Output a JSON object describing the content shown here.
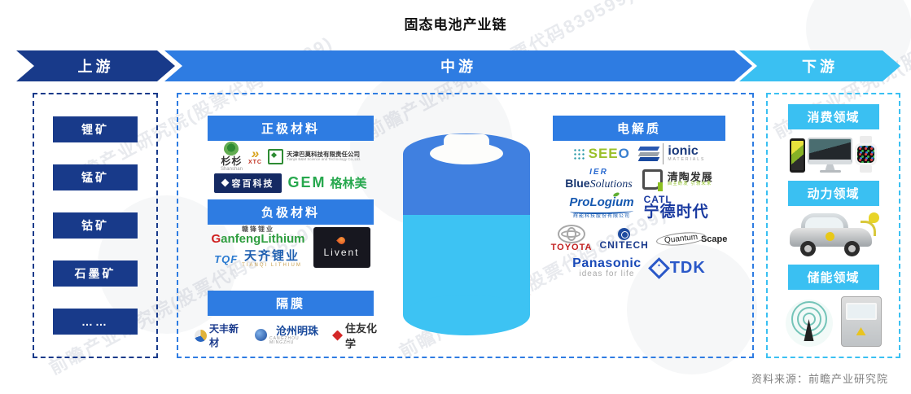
{
  "title": "固态电池产业链",
  "source": "资料来源：前瞻产业研究院",
  "watermark": "前瞻产业研究院(股票代码839599)",
  "stages": {
    "up": "上游",
    "mid": "中游",
    "down": "下游"
  },
  "upstream": {
    "items": [
      "锂矿",
      "锰矿",
      "钴矿",
      "石墨矿",
      "……"
    ]
  },
  "cathode": {
    "header": "正极材料",
    "shanshan_cn": "杉杉",
    "shanshan_en": "Shanshan",
    "xtc_bird": "»",
    "xtc": "XTC",
    "bamo_cn": "天津巴莫科技有限责任公司",
    "bamo_en": "Tianjin B&M Science and Technology Co.,Ltd.",
    "ronbay": "容百科技",
    "gem_en": "GEM",
    "gem_cn": "格林美"
  },
  "anode": {
    "header": "负极材料",
    "ganfeng_cn": "赣锋锂业",
    "ganfeng_g": "G",
    "ganfeng_rest": "anfengLithium",
    "tianqi_logo": "TQF",
    "tianqi_cn": "天齐锂业",
    "tianqi_en": "TIANQI LITHIUM",
    "livent": "Livent"
  },
  "separator": {
    "header": "隔膜",
    "tianfeng": "天丰新材",
    "cangzhou_cn": "沧州明珠",
    "cangzhou_en": "CANGZHOU MINGZHU",
    "sumitomo": "住友化学"
  },
  "electrolyte": {
    "header": "电解质",
    "seeo_see": "SEE",
    "seeo_o": "O",
    "ionic": "ionic",
    "ionic_sub": "MATERIALS",
    "bs_top": "IER",
    "bs_blue": "Blue",
    "bs_sol": "Solutions",
    "qt_cn": "清陶发展",
    "qt_tag": "自主研发 引领未来",
    "prologium": "ProLogium",
    "prologium_cn": "辉能科技股份有限公司",
    "catl_en": "CATL",
    "catl_cn": "宁德时代",
    "toyota": "TOYOTA",
    "cnitech": "CNITECH",
    "qs_quantum": "Quantum",
    "qs_scape": "Scape",
    "panasonic": "Panasonic",
    "panasonic_tag": "ideas for life",
    "tdk": "TDK"
  },
  "downstream": {
    "consumer": "消费领域",
    "power": "动力领域",
    "storage": "储能领域"
  },
  "colors": {
    "navy": "#183a8a",
    "blue": "#2e7ce2",
    "lightblue": "#3ac0f2",
    "battery_top": "#4080e0",
    "battery_bottom": "#3dc3f3"
  }
}
